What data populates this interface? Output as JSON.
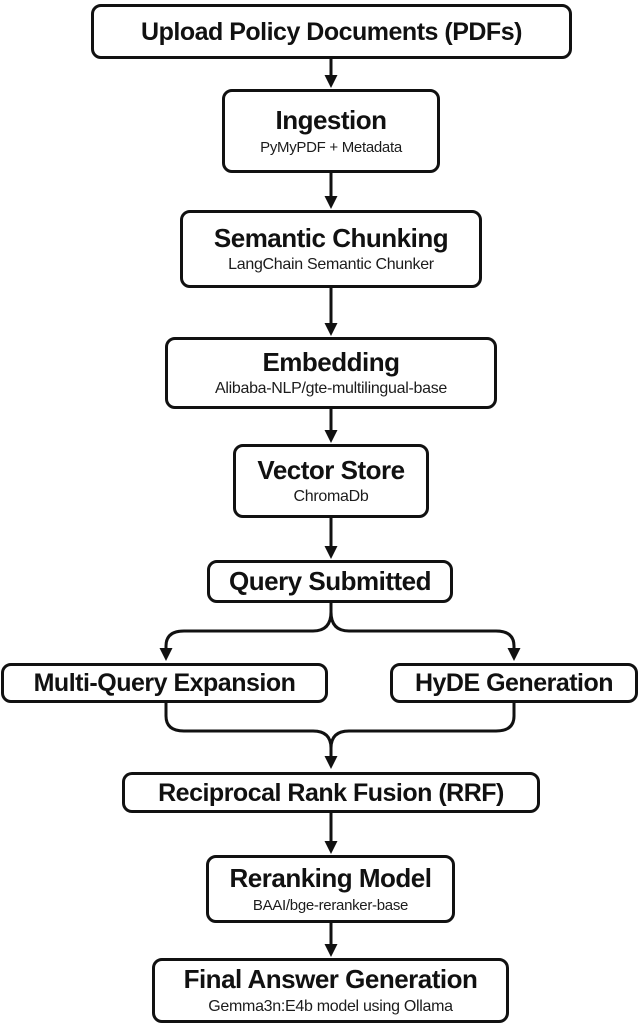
{
  "diagram": {
    "colors": {
      "background": "#ffffff",
      "border": "#111111",
      "text": "#111111",
      "arrow": "#111111"
    },
    "nodes": {
      "upload": {
        "title": "Upload Policy Documents (PDFs)"
      },
      "ingestion": {
        "title": "Ingestion",
        "subtitle": "PyMyPDF + Metadata"
      },
      "chunking": {
        "title": "Semantic Chunking",
        "subtitle": "LangChain Semantic Chunker"
      },
      "embedding": {
        "title": "Embedding",
        "subtitle": "Alibaba-NLP/gte-multilingual-base"
      },
      "vector_store": {
        "title": "Vector Store",
        "subtitle": "ChromaDb"
      },
      "query": {
        "title": "Query Submitted"
      },
      "multi_query": {
        "title": "Multi-Query Expansion"
      },
      "hyde": {
        "title": "HyDE Generation"
      },
      "rrf": {
        "title": "Reciprocal Rank Fusion (RRF)"
      },
      "reranking": {
        "title": "Reranking Model",
        "subtitle": "BAAI/bge-reranker-base"
      },
      "final_answer": {
        "title": "Final Answer Generation",
        "subtitle": "Gemma3n:E4b model using Ollama"
      }
    },
    "edges": [
      {
        "from": "upload",
        "to": "ingestion"
      },
      {
        "from": "ingestion",
        "to": "chunking"
      },
      {
        "from": "chunking",
        "to": "embedding"
      },
      {
        "from": "embedding",
        "to": "vector_store"
      },
      {
        "from": "vector_store",
        "to": "query"
      },
      {
        "from": "query",
        "to": "multi_query"
      },
      {
        "from": "query",
        "to": "hyde"
      },
      {
        "from": "multi_query",
        "to": "rrf"
      },
      {
        "from": "hyde",
        "to": "rrf"
      },
      {
        "from": "rrf",
        "to": "reranking"
      },
      {
        "from": "reranking",
        "to": "final_answer"
      }
    ]
  }
}
